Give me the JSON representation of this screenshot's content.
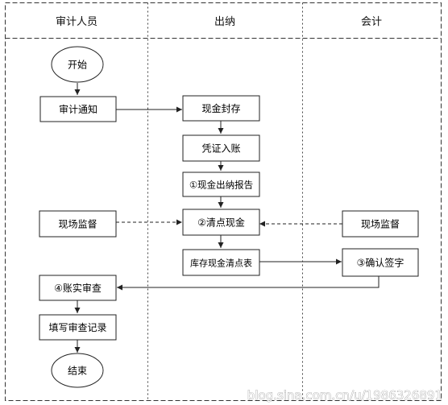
{
  "lanes": [
    {
      "id": "auditor",
      "label": "审计人员"
    },
    {
      "id": "cashier",
      "label": "出纳"
    },
    {
      "id": "accountant",
      "label": "会计"
    }
  ],
  "nodes": [
    {
      "id": "start",
      "label": "开始",
      "shape": "ellipse"
    },
    {
      "id": "notice",
      "label": "审计通知",
      "shape": "rect"
    },
    {
      "id": "seal_cash",
      "label": "现金封存",
      "shape": "rect"
    },
    {
      "id": "voucher_post",
      "label": "凭证入账",
      "shape": "rect"
    },
    {
      "id": "cash_report",
      "label": "①现金出纳报告",
      "shape": "rect"
    },
    {
      "id": "count_cash",
      "label": "②清点现金",
      "shape": "rect"
    },
    {
      "id": "onsite_left",
      "label": "现场监督",
      "shape": "rect"
    },
    {
      "id": "onsite_right",
      "label": "现场监督",
      "shape": "rect"
    },
    {
      "id": "inventory_list",
      "label": "库存现金清点表",
      "shape": "rect"
    },
    {
      "id": "confirm_sign",
      "label": "③确认签字",
      "shape": "rect"
    },
    {
      "id": "verify",
      "label": "④账实审查",
      "shape": "rect"
    },
    {
      "id": "fill_record",
      "label": "填写审查记录",
      "shape": "rect"
    },
    {
      "id": "end",
      "label": "结束",
      "shape": "ellipse"
    }
  ],
  "edges": [
    {
      "from": "start",
      "to": "notice",
      "style": "solid"
    },
    {
      "from": "notice",
      "to": "seal_cash",
      "style": "solid"
    },
    {
      "from": "seal_cash",
      "to": "voucher_post",
      "style": "solid"
    },
    {
      "from": "voucher_post",
      "to": "cash_report",
      "style": "solid"
    },
    {
      "from": "cash_report",
      "to": "count_cash",
      "style": "solid"
    },
    {
      "from": "onsite_left",
      "to": "count_cash",
      "style": "dashed"
    },
    {
      "from": "onsite_right",
      "to": "count_cash",
      "style": "dashed"
    },
    {
      "from": "count_cash",
      "to": "inventory_list",
      "style": "solid"
    },
    {
      "from": "inventory_list",
      "to": "confirm_sign",
      "style": "solid"
    },
    {
      "from": "confirm_sign",
      "to": "verify",
      "style": "solid"
    },
    {
      "from": "verify",
      "to": "fill_record",
      "style": "solid"
    },
    {
      "from": "fill_record",
      "to": "end",
      "style": "solid"
    }
  ],
  "watermark": "blog.sina.com.cn/u/1986326891"
}
